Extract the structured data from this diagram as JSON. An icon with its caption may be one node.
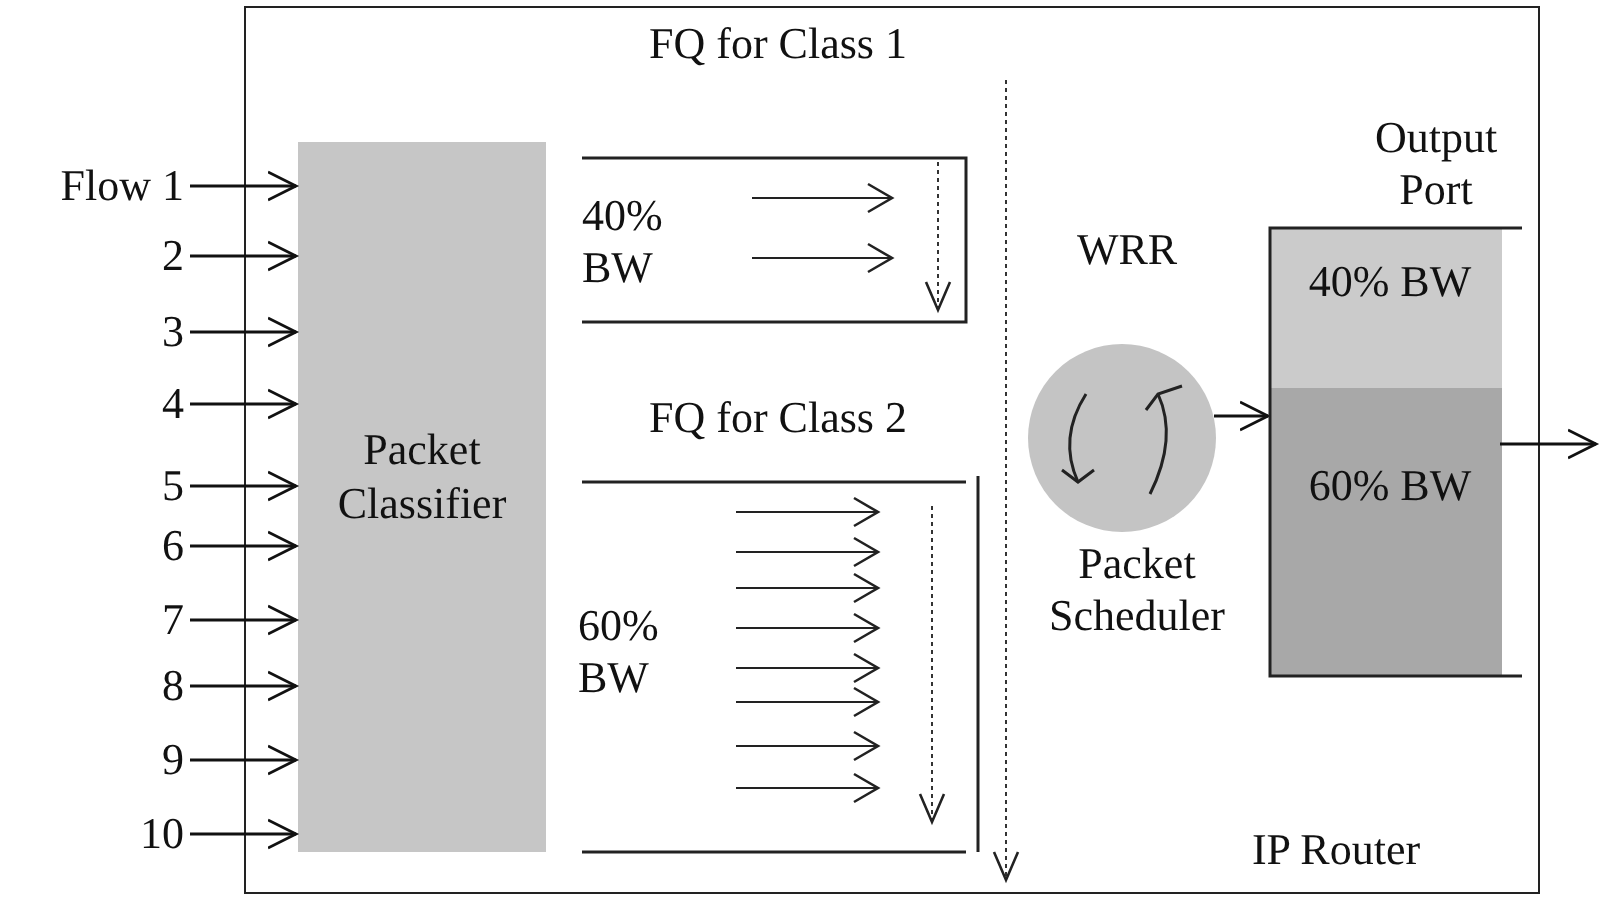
{
  "diagram": {
    "nodes": [
      {
        "text": [
          "Flow 1"
        ]
      },
      {
        "text": [
          "2"
        ]
      },
      {
        "text": [
          "3"
        ]
      },
      {
        "text": [
          "4"
        ]
      },
      {
        "text": [
          "5"
        ]
      },
      {
        "text": [
          "6"
        ]
      },
      {
        "text": [
          "7"
        ]
      },
      {
        "text": [
          "8"
        ]
      },
      {
        "text": [
          "9"
        ]
      },
      {
        "text": [
          "10"
        ]
      },
      {
        "text": [
          "IP Router"
        ]
      },
      {
        "text": [
          "Packet Classifier"
        ],
        "in": 10
      },
      {
        "text": [
          "FQ for Class 1",
          "40% BW"
        ],
        "in": 10
      },
      {
        "text": [
          "FQ for Class 2",
          "60% BW"
        ],
        "in": 10
      },
      {
        "text": [
          "WRR",
          "Packet Scheduler"
        ],
        "in": 10
      },
      {
        "text": [
          "Output Port"
        ],
        "in": 10
      },
      {
        "text": [
          "40% BW"
        ],
        "in": 15
      },
      {
        "text": [
          "60% BW"
        ],
        "in": 15
      }
    ],
    "edges": [
      {
        "from": 0,
        "to": 11,
        "arrow": "to"
      },
      {
        "from": 1,
        "to": 11,
        "arrow": "to"
      },
      {
        "from": 2,
        "to": 11,
        "arrow": "to"
      },
      {
        "from": 3,
        "to": 11,
        "arrow": "to"
      },
      {
        "from": 4,
        "to": 11,
        "arrow": "to"
      },
      {
        "from": 5,
        "to": 11,
        "arrow": "to"
      },
      {
        "from": 6,
        "to": 11,
        "arrow": "to"
      },
      {
        "from": 7,
        "to": 11,
        "arrow": "to"
      },
      {
        "from": 8,
        "to": 11,
        "arrow": "to"
      },
      {
        "from": 9,
        "to": 11,
        "arrow": "to"
      },
      {
        "from": 14,
        "to": 15,
        "arrow": "to"
      },
      {
        "from": 15,
        "to": null,
        "arrow": "to"
      }
    ]
  }
}
